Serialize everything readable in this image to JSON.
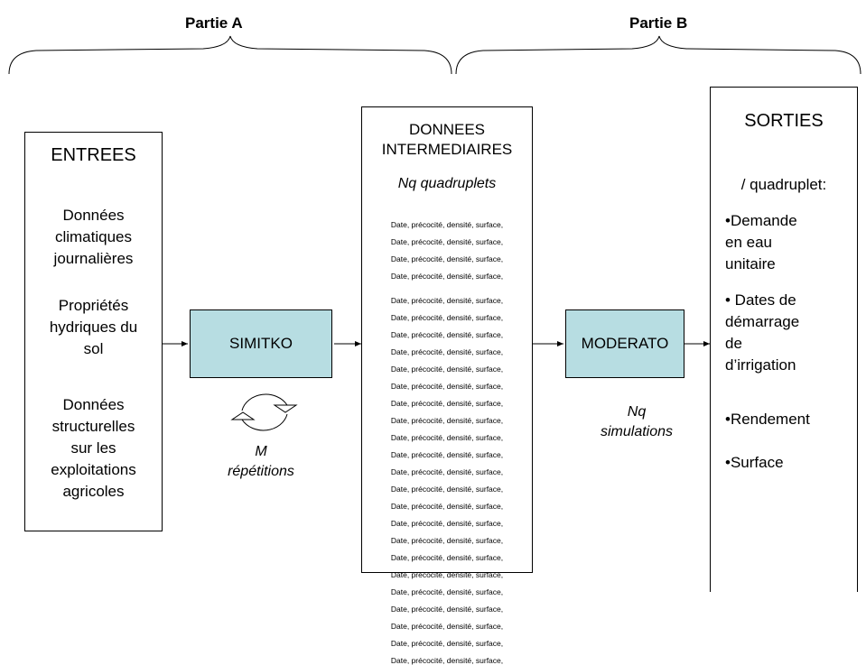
{
  "parts": {
    "a": "Partie A",
    "b": "Partie B"
  },
  "entrees": {
    "title": "ENTREES",
    "items": [
      [
        "Données",
        "climatiques",
        "journalières"
      ],
      [
        "Propriétés",
        "hydriques du",
        "sol"
      ],
      [
        "Données",
        "structurelles",
        "sur les",
        "exploitations",
        "agricoles"
      ]
    ]
  },
  "simitko": {
    "label": "SIMITKO",
    "loop_m": "M",
    "loop_text": "répétitions"
  },
  "intermediaires": {
    "title_line1": "DONNEES",
    "title_line2": "INTERMEDIAIRES",
    "subtitle": "Nq quadruplets",
    "rows": [
      "Date, précocité, densité, surface,",
      "Date, précocité, densité, surface,",
      "Date, précocité, densité, surface,",
      "Date, précocité, densité, surface,",
      "Date, précocité, densité, surface,",
      "Date, précocité, densité, surface,",
      "Date, précocité, densité, surface,",
      "Date, précocité, densité, surface,",
      "Date, précocité, densité, surface,",
      "Date, précocité, densité, surface,",
      "Date, précocité, densité, surface,",
      "Date, précocité, densité, surface,",
      "Date, précocité, densité, surface,",
      "Date, précocité, densité, surface,",
      "Date, précocité, densité, surface,",
      "Date, précocité, densité, surface,",
      "Date, précocité, densité, surface,",
      "Date, précocité, densité, surface,",
      "Date, précocité, densité, surface,",
      "Date, précocité, densité, surface,",
      "Date, précocité, densité, surface,",
      "Date, précocité, densité, surface,",
      "Date, précocité, densité, surface,",
      "Date, précocité, densité, surface,",
      "Date, précocité, densité, surface,",
      "Date, précocité, densité, surface,"
    ]
  },
  "moderato": {
    "label": "MODERATO",
    "sim_nq": "Nq",
    "sim_text": "simulations"
  },
  "sorties": {
    "title": "SORTIES",
    "per": "/ quadruplet:",
    "bullets": [
      [
        "•Demande",
        "en eau",
        "unitaire"
      ],
      [
        "• Dates de",
        "démarrage",
        "de",
        "d’irrigation"
      ],
      [
        "•Rendement"
      ],
      [
        "•Surface"
      ]
    ]
  },
  "colors": {
    "process_fill": "#b7dde2",
    "stroke": "#000000"
  }
}
